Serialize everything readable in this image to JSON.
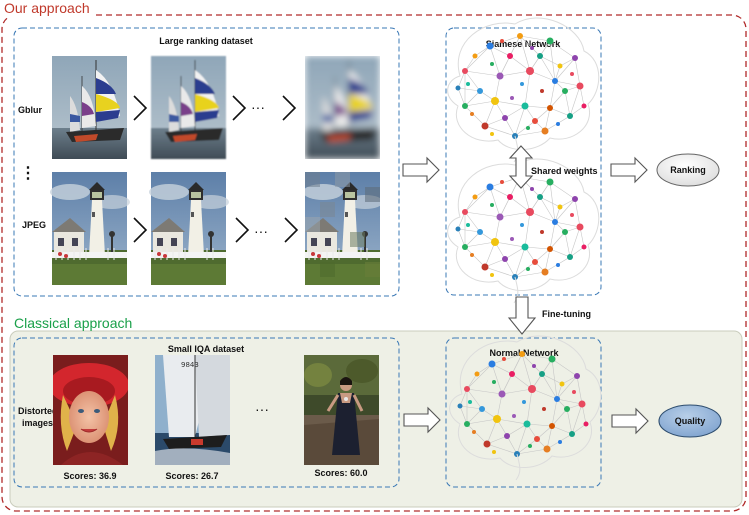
{
  "our_approach": {
    "title": "Our approach",
    "ranking_dataset": {
      "title": "Large ranking dataset",
      "rows": [
        {
          "label": "Gblur"
        },
        {
          "label": "JPEG"
        }
      ],
      "ellipsis": "···",
      "vertical_ellipsis": "⋮"
    },
    "siamese_network": {
      "title": "Siamese Network",
      "shared_weights_label": "Shared weights"
    },
    "output": {
      "label": "Ranking"
    },
    "fine_tuning_label": "Fine-tuning"
  },
  "classical_approach": {
    "title": "Classical approach",
    "iqa_dataset": {
      "title": "Small IQA dataset",
      "side_label_line1": "Distorted",
      "side_label_line2": "images",
      "ellipsis": "···",
      "scores": [
        "Scores: 36.9",
        "Scores: 26.7",
        "Scores: 60.0"
      ]
    },
    "normal_network": {
      "title": "Normal Network"
    },
    "output": {
      "label": "Quality"
    }
  },
  "colors": {
    "outer_border": "#b02a2a",
    "our_title": "#c0392b",
    "classical_title": "#1aa04a",
    "dashed_blue": "#3a78b5",
    "classical_bg": "#eef0e6",
    "quality_fill": "#9ab8dc"
  }
}
